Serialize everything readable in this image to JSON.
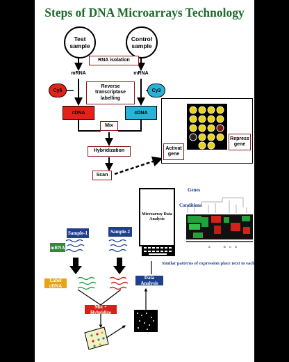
{
  "title": "Steps of DNA Microarrays Technology",
  "top": {
    "test_sample": "Test sample",
    "control_sample": "Control sample",
    "mrna_left": "mRNA",
    "mrna_right": "mRNA",
    "cy5": "Cy5",
    "cy3": "Cy3",
    "rna_isolation": "RNA isolation",
    "reverse_transcriptase": "Reverse transcriptase labelling",
    "cdna_left": "cDNA",
    "cdna_right": "cDNA",
    "mix": "Mix",
    "hybridization": "Hybridization",
    "scan": "Scan",
    "activated_gene": "Activat gene",
    "repressed_gene": "Repress gene"
  },
  "bottom": {
    "computer_screen": "Microarray Data Analysis",
    "genes": "Genes",
    "conditions": "Conditions",
    "caption": "Similar patterns of expression place next to each other",
    "sample_1": "Sample-1",
    "sample_2": "Sample-2",
    "mrna": "mRNA",
    "label_cdna": "Label cDNA",
    "mix_hybridize": "Mix + Hybridize",
    "data_analysis": "Data Analysis"
  },
  "colors": {
    "title_green": "#1f6b2a",
    "cy5_red": "#e2231a",
    "cy3_cyan": "#2ab3d6",
    "box_border": "#8b1a1a",
    "sample_blue": "#1f3f8f",
    "mrna_green": "#2e8b3d",
    "label_orange": "#e8a317",
    "mix_red": "#d6201a"
  }
}
